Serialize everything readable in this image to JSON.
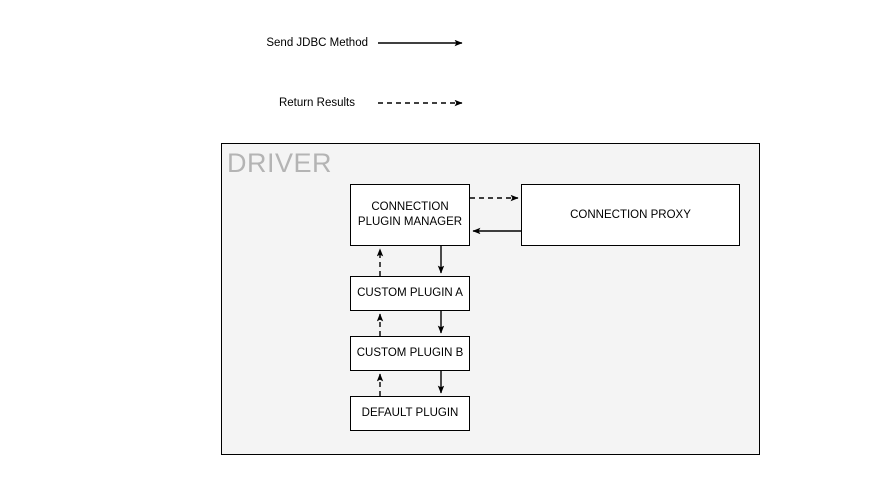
{
  "legend": {
    "send": {
      "label": "Send JDBC Method",
      "style": "solid-arrow"
    },
    "return": {
      "label": "Return Results",
      "style": "dashed-arrow"
    }
  },
  "container": {
    "title": "DRIVER",
    "background": "#f4f4f4",
    "border_color": "#000000",
    "title_color": "#b4b4b4"
  },
  "nodes": {
    "connection_plugin_manager": {
      "label": "CONNECTION PLUGIN MANAGER"
    },
    "connection_proxy": {
      "label": "CONNECTION PROXY"
    },
    "custom_plugin_a": {
      "label": "CUSTOM PLUGIN A"
    },
    "custom_plugin_b": {
      "label": "CUSTOM PLUGIN B"
    },
    "default_plugin": {
      "label": "DEFAULT PLUGIN"
    }
  },
  "edges": [
    {
      "from": "connection_plugin_manager",
      "to": "connection_proxy",
      "style": "dashed",
      "meaning": "Return Results"
    },
    {
      "from": "connection_proxy",
      "to": "connection_plugin_manager",
      "style": "solid",
      "meaning": "Send JDBC Method"
    },
    {
      "from": "connection_plugin_manager",
      "to": "custom_plugin_a",
      "style": "solid",
      "meaning": "Send JDBC Method"
    },
    {
      "from": "custom_plugin_a",
      "to": "connection_plugin_manager",
      "style": "dashed",
      "meaning": "Return Results"
    },
    {
      "from": "custom_plugin_a",
      "to": "custom_plugin_b",
      "style": "solid",
      "meaning": "Send JDBC Method"
    },
    {
      "from": "custom_plugin_b",
      "to": "custom_plugin_a",
      "style": "dashed",
      "meaning": "Return Results"
    },
    {
      "from": "custom_plugin_b",
      "to": "default_plugin",
      "style": "solid",
      "meaning": "Send JDBC Method"
    },
    {
      "from": "default_plugin",
      "to": "custom_plugin_b",
      "style": "dashed",
      "meaning": "Return Results"
    }
  ]
}
